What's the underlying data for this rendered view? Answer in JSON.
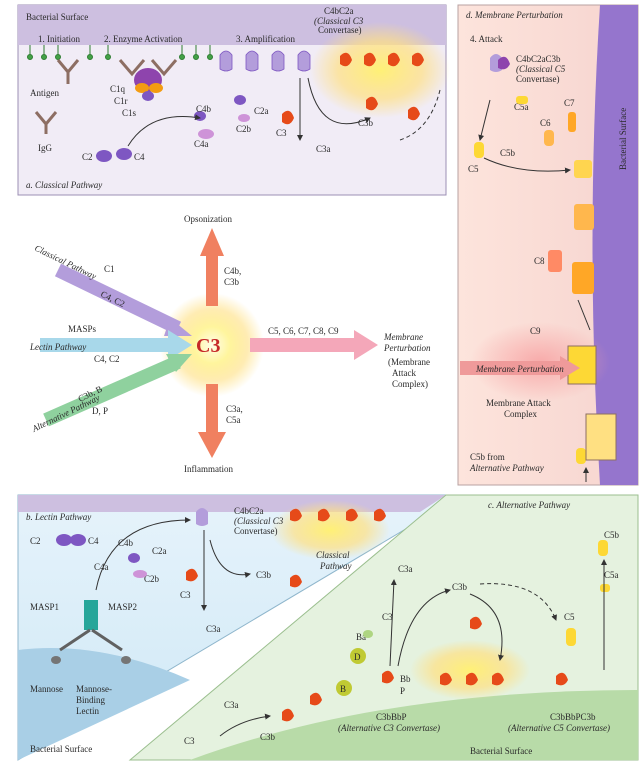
{
  "panel_a": {
    "surface": "Bacterial Surface",
    "step1": "1. Initiation",
    "step2": "2. Enzyme Activation",
    "step3": "3. Amplification",
    "antigen": "Antigen",
    "igg": "IgG",
    "c1q": "C1q",
    "c1r": "C1r",
    "c1s": "C1s",
    "c2": "C2",
    "c4": "C4",
    "c4a": "C4a",
    "c4b": "C4b",
    "c2a": "C2a",
    "c2b": "C2b",
    "conv1": "C4bC2a",
    "conv2": "(Classical C3",
    "conv3": "Convertase)",
    "c3": "C3",
    "c3a": "C3a",
    "c3b": "C3b",
    "caption": "a. Classical Pathway"
  },
  "panel_d": {
    "title": "d. Membrane Perturbation",
    "step4": "4. Attack",
    "conv1": "C4bC2aC3b",
    "conv2": "(Classical C5",
    "conv3": "Convertase)",
    "c5a": "C5a",
    "c5": "C5",
    "c5b": "C5b",
    "c6": "C6",
    "c7": "C7",
    "c8": "C8",
    "c9": "C9",
    "surface": "Bacterial Surface",
    "mp": "Membrane Perturbation",
    "mac1": "Membrane Attack",
    "mac2": "Complex",
    "c5b_from1": "C5b from",
    "c5b_from2": "Alternative Pathway"
  },
  "center": {
    "c3": "C3",
    "opsonization": "Opsonization",
    "c4b_c3b_1": "C4b,",
    "c4b_c3b_2": "C3b",
    "classical": "Classical Pathway",
    "c1": "C1",
    "c4c2": "C4, C2",
    "masps": "MASPs",
    "lectin": "Lectin Pathway",
    "c4c2_b": "C4, C2",
    "c3b_b": "C3b, B",
    "dp": "D, P",
    "alternative": "Alternative Pathway",
    "c5_c9": "C5, C6, C7, C8, C9",
    "membrane1": "Membrane",
    "membrane2": "Perturbation",
    "mac1": "(Membrane",
    "mac2": "Attack",
    "mac3": "Complex)",
    "c3a_c5a_1": "C3a,",
    "c3a_c5a_2": "C5a",
    "inflammation": "Inflammation"
  },
  "panel_b": {
    "caption": "b. Lectin Pathway",
    "c2": "C2",
    "c4": "C4",
    "c4b": "C4b",
    "c4a": "C4a",
    "c2a": "C2a",
    "c2b": "C2b",
    "conv1": "C4bC2a",
    "conv2": "(Classical C3",
    "conv3": "Convertase)",
    "classical1": "Classical",
    "classical2": "Pathway",
    "c3": "C3",
    "c3a": "C3a",
    "c3b": "C3b",
    "masp1": "MASP1",
    "masp2": "MASP2",
    "mannose": "Mannose",
    "mbl1": "Mannose-",
    "mbl2": "Binding",
    "mbl3": "Lectin",
    "surface": "Bacterial Surface"
  },
  "panel_c": {
    "caption": "c. Alternative Pathway",
    "c5b": "C5b",
    "c3a_top": "C3a",
    "c3b_top": "C3b",
    "c5a": "C5a",
    "c3": "C3",
    "c5": "C5",
    "ba": "Ba",
    "d": "D",
    "b": "B",
    "bb": "Bb",
    "p": "P",
    "c3a": "C3a",
    "c3b": "C3b",
    "c3_left": "C3",
    "conv_a1": "C3bBbP",
    "conv_a2": "(Alternative C3 Convertase)",
    "conv_b1": "C3bBbPC3b",
    "conv_b2": "(Alternative C5 Convertase)",
    "surface": "Bacterial Surface"
  }
}
